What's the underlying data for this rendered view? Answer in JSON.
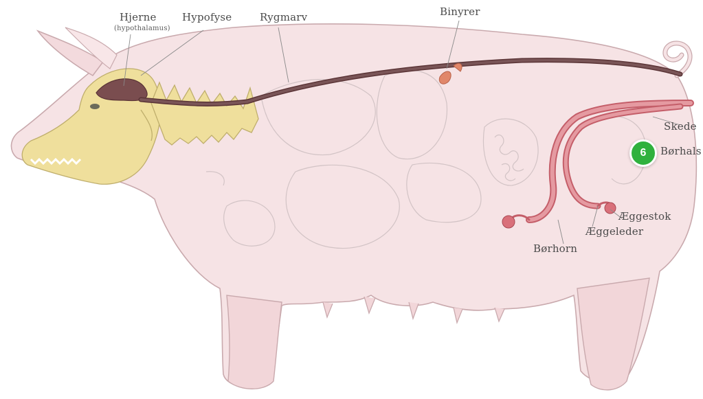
{
  "labels": {
    "brain": "Hjerne",
    "brain_sub": "(hypothalamus)",
    "pituitary": "Hypofyse",
    "spinal_cord": "Rygmarv",
    "adrenals": "Binyrer",
    "vagina": "Skede",
    "cervix": "Børhals",
    "ovary": "Æggestok",
    "oviduct": "Æggeleder",
    "uterine_horn": "Børhorn"
  },
  "marker": {
    "number": "6"
  },
  "colors": {
    "body": "#f6e3e5",
    "outline": "#c9a9ad",
    "skeleton": "#efdf9c",
    "brain": "#7a4d4f",
    "spinal_cord": "#6e4a4c",
    "reproductive": "#d9707a",
    "adrenal": "#e1876a",
    "marker": "#2fb13d"
  }
}
